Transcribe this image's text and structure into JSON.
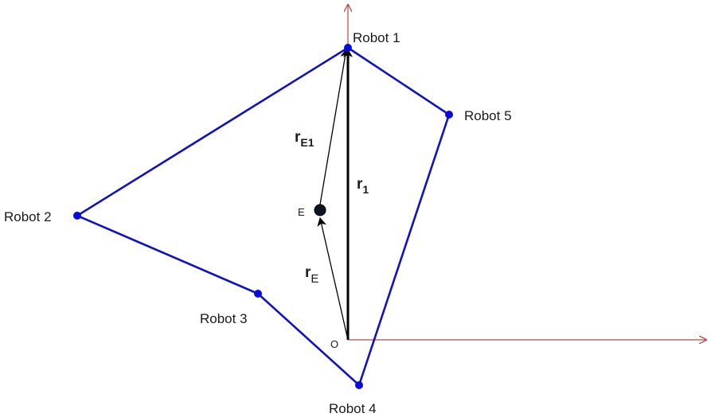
{
  "robots": [
    {
      "label": "Robot 1"
    },
    {
      "label": "Robot 2"
    },
    {
      "label": "Robot 3"
    },
    {
      "label": "Robot 4"
    },
    {
      "label": "Robot 5"
    }
  ],
  "origin_label": "O",
  "point_label": "E",
  "vectors": {
    "r1": {
      "main": "r",
      "sub": "1"
    },
    "rE": {
      "main": "r",
      "sub": "E"
    },
    "rE1": {
      "main": "r",
      "sub": "E1"
    }
  },
  "colors": {
    "polygon": "#1010c8",
    "vertex": "#0a0adc",
    "axis": "#b84a4a",
    "vector": "#000000"
  }
}
